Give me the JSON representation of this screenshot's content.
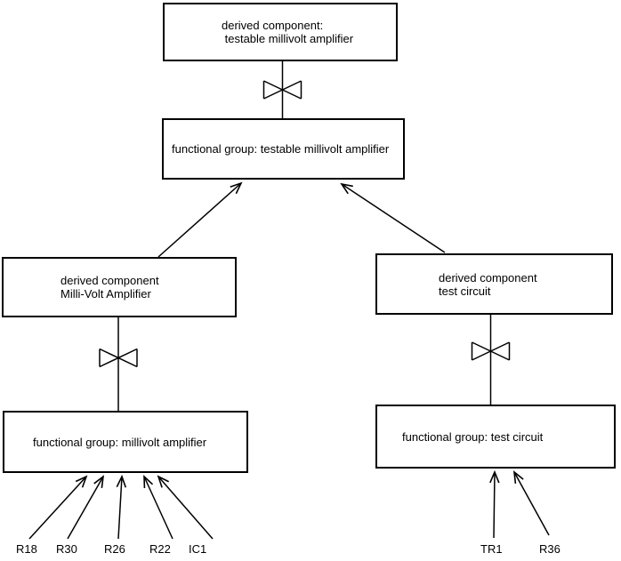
{
  "diagram": {
    "colors": {
      "background": "#ffffff",
      "line": "#000000",
      "box_border": "#000000",
      "box_fill": "#ffffff",
      "text": "#000000"
    },
    "boxes": {
      "top_derived": {
        "line1": "derived component:",
        "line2": " testable millivolt amplifier"
      },
      "fg_testable": {
        "label": "functional group: testable millivolt amplifier"
      },
      "dc_mva": {
        "line1": "derived component",
        "line2": "Milli-Volt Amplifier"
      },
      "dc_test": {
        "line1": "derived component",
        "line2": "test circuit"
      },
      "fg_mva": {
        "label": "functional group: millivolt amplifier"
      },
      "fg_test": {
        "label": "functional group: test circuit"
      }
    },
    "components_left": [
      "R18",
      "R30",
      "R26",
      "R22",
      "IC1"
    ],
    "components_right": [
      "TR1",
      "R36"
    ],
    "icons": {
      "bowtie": "bowtie-decomposition-symbol",
      "arrowhead": "open-arrowhead"
    }
  }
}
